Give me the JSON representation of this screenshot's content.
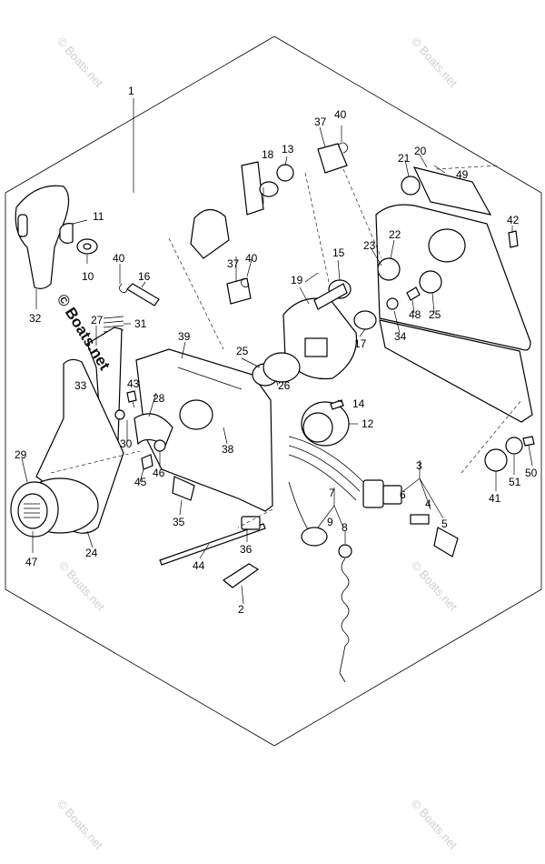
{
  "watermark": {
    "main": "© Boats.net",
    "corner": "© Boats.net"
  },
  "callouts": {
    "c1": "1",
    "c2": "2",
    "c3": "3",
    "c4": "4",
    "c5": "5",
    "c6": "6",
    "c7": "7",
    "c8": "8",
    "c9": "9",
    "c10": "10",
    "c11": "11",
    "c12": "12",
    "c13": "13",
    "c14": "14",
    "c15": "15",
    "c16": "16",
    "c17": "17",
    "c18": "18",
    "c19": "19",
    "c20": "20",
    "c21": "21",
    "c22": "22",
    "c23": "23",
    "c24": "24",
    "c25a": "25",
    "c25b": "25",
    "c26": "26",
    "c27": "27",
    "c28": "28",
    "c29": "29",
    "c30": "30",
    "c31": "31",
    "c32": "32",
    "c33": "33",
    "c34": "34",
    "c35": "35",
    "c36": "36",
    "c37a": "37",
    "c37b": "37",
    "c38": "38",
    "c39": "39",
    "c40a": "40",
    "c40b": "40",
    "c40c": "40",
    "c41": "41",
    "c42": "42",
    "c43": "43",
    "c44": "44",
    "c45": "45",
    "c46": "46",
    "c47": "47",
    "c48": "48",
    "c49": "49",
    "c50": "50",
    "c51": "51"
  },
  "colors": {
    "line": "#000000",
    "watermark": "#d0d0d0",
    "background": "#ffffff"
  }
}
